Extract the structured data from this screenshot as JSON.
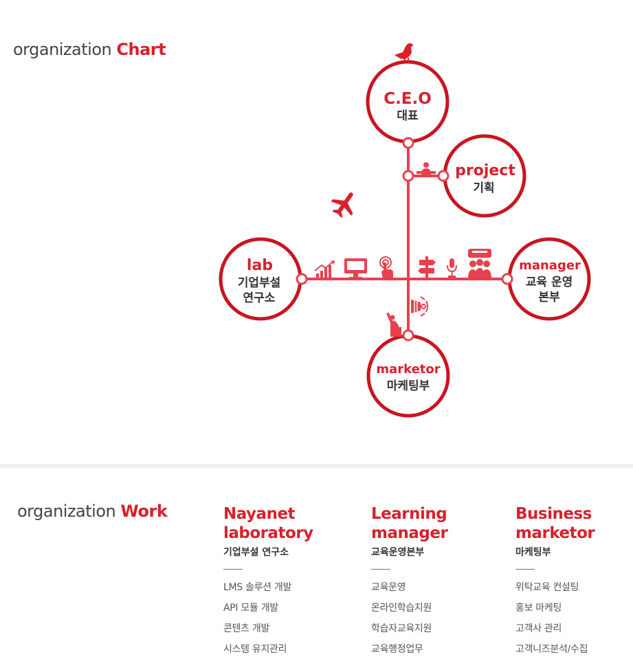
{
  "chart_section": {
    "title_light": "organization",
    "title_bold": "Chart"
  },
  "work_section": {
    "title_light": "organization",
    "title_bold": "Work"
  },
  "nodes": {
    "ceo": {
      "main": "C.E.O",
      "sub": [
        "대표"
      ]
    },
    "project": {
      "main": "project",
      "sub": [
        "기획"
      ]
    },
    "lab": {
      "main": "lab",
      "sub": [
        "기업부설",
        "연구소"
      ]
    },
    "manager": {
      "main": "manager",
      "sub": [
        "교육 운영",
        "본부"
      ]
    },
    "marketor": {
      "main": "marketor",
      "sub": [
        "마케팅부"
      ]
    }
  },
  "icons": [
    "bird-icon",
    "person-icon",
    "airplane-icon",
    "growth-chart-icon",
    "monitor-icon",
    "touch-icon",
    "signpost-icon",
    "microphone-icon",
    "audience-icon",
    "speaker-icon",
    "presenter-icon"
  ],
  "colors": {
    "accent": "#d9202c",
    "line": "#e8414e",
    "text": "#333333"
  },
  "work_columns": [
    {
      "heading": [
        "Nayanet",
        "laboratory"
      ],
      "subtitle": "기업부설 연구소",
      "items": [
        "LMS 솔루션 개발",
        "API 모듈 개발",
        "콘텐츠 개발",
        "시스템 유지관리"
      ]
    },
    {
      "heading": [
        "Learning",
        "manager"
      ],
      "subtitle": "교육운영본부",
      "items": [
        "교육운영",
        "온라인학습지원",
        "학습자교육지원",
        "교육행정업무"
      ]
    },
    {
      "heading": [
        "Business",
        "marketor"
      ],
      "subtitle": "마케팅부",
      "items": [
        "위탁교육 컨설팅",
        "홍보 마케팅",
        "고객사 관리",
        "고객니즈분석/수집"
      ]
    }
  ]
}
